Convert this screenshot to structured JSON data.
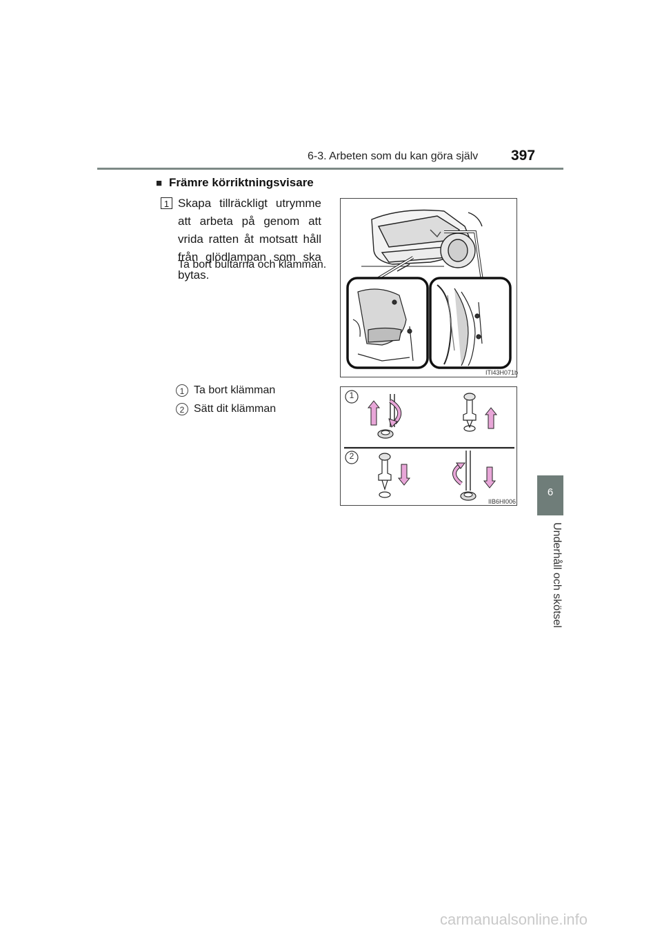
{
  "header": {
    "section": "6-3. Arbeten som du kan göra själv",
    "page_number": "397"
  },
  "side_tab": {
    "chapter_number": "6",
    "chapter_title": "Underhåll och skötsel"
  },
  "content": {
    "bullet": "■",
    "title": "Främre körriktningsvisare",
    "step_number": "1",
    "step_text": "Skapa tillräckligt utrymme att arbeta på genom att vrida ratten åt motsatt håll från glödlampan som ska bytas.",
    "step_text2": "Ta bort bultarna och klämman.",
    "sub_steps": [
      {
        "num": "1",
        "text": "Ta bort klämman"
      },
      {
        "num": "2",
        "text": "Sätt dit klämman"
      }
    ]
  },
  "figures": {
    "car_figure_code": "ITI43H071b",
    "clip_figure_code": "IIB6HI006",
    "clip_labels": [
      "1",
      "2"
    ]
  },
  "watermark": "carmanualsonline.info",
  "colors": {
    "accent_tab": "#6f7d79",
    "arrow_fill": "#e8a6d8"
  },
  "icons": [
    "up-arrow-icon",
    "down-arrow-icon",
    "rotate-arrow-icon"
  ]
}
